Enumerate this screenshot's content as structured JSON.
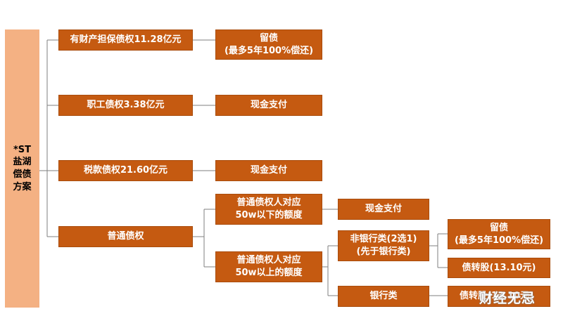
{
  "root": {
    "label_1": "*ST",
    "label_2": "盐湖",
    "label_3": "偿债",
    "label_4": "方案"
  },
  "level1": {
    "secured": "有财产担保债权11.28亿元",
    "employee": "职工债权3.38亿元",
    "tax": "税款债权21.60亿元",
    "ordinary": "普通债权"
  },
  "level2": {
    "secured_plan_1": "留债",
    "secured_plan_2": "(最多5年100%偿还)",
    "employee_plan": "现金支付",
    "tax_plan": "现金支付",
    "below_50w_1": "普通债权人对应",
    "below_50w_2": "50w以下的额度",
    "above_50w_1": "普通债权人对应",
    "above_50w_2": "50w以上的额度"
  },
  "level3": {
    "below_plan": "现金支付",
    "nonbank_1": "非银行类(2选1)",
    "nonbank_2": "(先于银行类)",
    "bank": "银行类"
  },
  "level4": {
    "nonbank_opt1_1": "留债",
    "nonbank_opt1_2": "(最多5年100%偿还)",
    "nonbank_opt2": "债转股(13.10元)",
    "bank_opt": "债转股(13.10元)"
  },
  "watermark": "财经无忌",
  "colors": {
    "box": "#c55a11",
    "root": "#f4b183",
    "line": "#7f7f7f"
  }
}
